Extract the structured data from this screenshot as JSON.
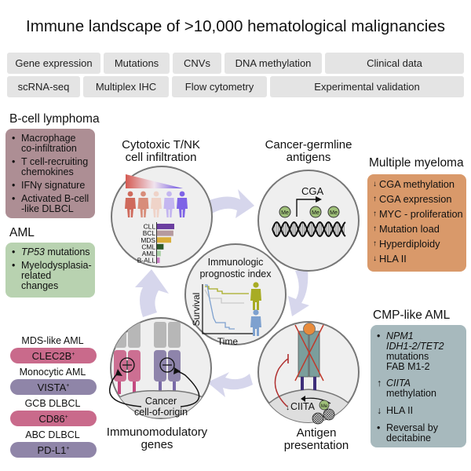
{
  "title": "Immune landscape of >10,000 hematological malignancies",
  "data_types_row1": [
    "Gene expression",
    "Mutations",
    "CNVs",
    "DNA methylation",
    "Clinical data"
  ],
  "data_types_row2": [
    "scRNA-seq",
    "Multiplex IHC",
    "Flow cytometry",
    "Experimental validation"
  ],
  "bcell_lymphoma": {
    "title": "B-cell lymphoma",
    "items": [
      "Macrophage co-infiltration",
      "T cell-recruiting chemokines",
      "IFNγ signature",
      "Activated B-cell -like DLBCL"
    ]
  },
  "aml": {
    "title": "AML",
    "items": [
      {
        "italic": "TP53",
        "text": " mutations"
      },
      {
        "italic": "",
        "text": "Myelodysplasia-related changes"
      }
    ]
  },
  "multiple_myeloma": {
    "title": "Multiple myeloma",
    "items": [
      {
        "dir": "down",
        "text": "CGA methylation"
      },
      {
        "dir": "up",
        "text": "CGA expression"
      },
      {
        "dir": "up",
        "text": "MYC - proliferation"
      },
      {
        "dir": "up",
        "text": "Mutation load"
      },
      {
        "dir": "up",
        "text": "Hyperdiploidy"
      },
      {
        "dir": "down",
        "text": "HLA II"
      }
    ]
  },
  "cmp_like_aml": {
    "title": "CMP-like AML",
    "item1_italic_1": "NPM1",
    "item1_italic_2": "IDH1-2/TET2",
    "item1_text_1": "mutations",
    "item1_text_2": "FAB M1-2",
    "item2_italic": "CIITA",
    "item2_text": " methylation",
    "item3_text": "HLA II",
    "item4_text": "Reversal by decitabine"
  },
  "subtypes": [
    {
      "label": "MDS-like AML",
      "marker": "CLEC2B",
      "color": "pink"
    },
    {
      "label": "Monocytic AML",
      "marker": "VISTA",
      "color": "purple"
    },
    {
      "label": "GCB DLBCL",
      "marker": "CD86",
      "color": "pink"
    },
    {
      "label": "ABC DLBCL",
      "marker": "PD-L1",
      "color": "purple"
    }
  ],
  "marker_sup": "+",
  "circles": {
    "cytotoxic": {
      "title_line1": "Cytotoxic T/NK",
      "title_line2": "cell infiltration"
    },
    "cga": {
      "title_line1": "Cancer-germline",
      "title_line2": "antigens",
      "gene_label": "CGA",
      "me_label": "Me"
    },
    "ipi": {
      "title_line1": "Immunologic",
      "title_line2": "prognostic index",
      "ylabel": "Survival",
      "xlabel": "Time"
    },
    "immunomod": {
      "title_line1": "Immunomodulatory",
      "title_line2": "genes",
      "origin_line1": "Cancer",
      "origin_line2": "cell-of-origin"
    },
    "antigen": {
      "title_line1": "Antigen",
      "title_line2": "presentation",
      "gene_label": "CIITA",
      "me_label": "Me"
    }
  },
  "cytotoxic_bar_chart": {
    "type": "bar",
    "categories": [
      "CLL",
      "BCL",
      "MDS",
      "CML",
      "AML",
      "B-ALL"
    ],
    "values": [
      1.0,
      0.95,
      0.82,
      0.38,
      0.22,
      0.16
    ],
    "colors": [
      "#6b3fa0",
      "#b59a9e",
      "#d9ae3a",
      "#2d5a2a",
      "#a9cfa4",
      "#c97fc4"
    ]
  },
  "colors": {
    "circle_fill": "#efefef",
    "circle_stroke": "#777777",
    "arrow_fill": "#d6d6ec",
    "kaplan_high": "#a8ac24",
    "kaplan_mid": "#c9c9c9",
    "kaplan_low": "#7ea1cf"
  }
}
